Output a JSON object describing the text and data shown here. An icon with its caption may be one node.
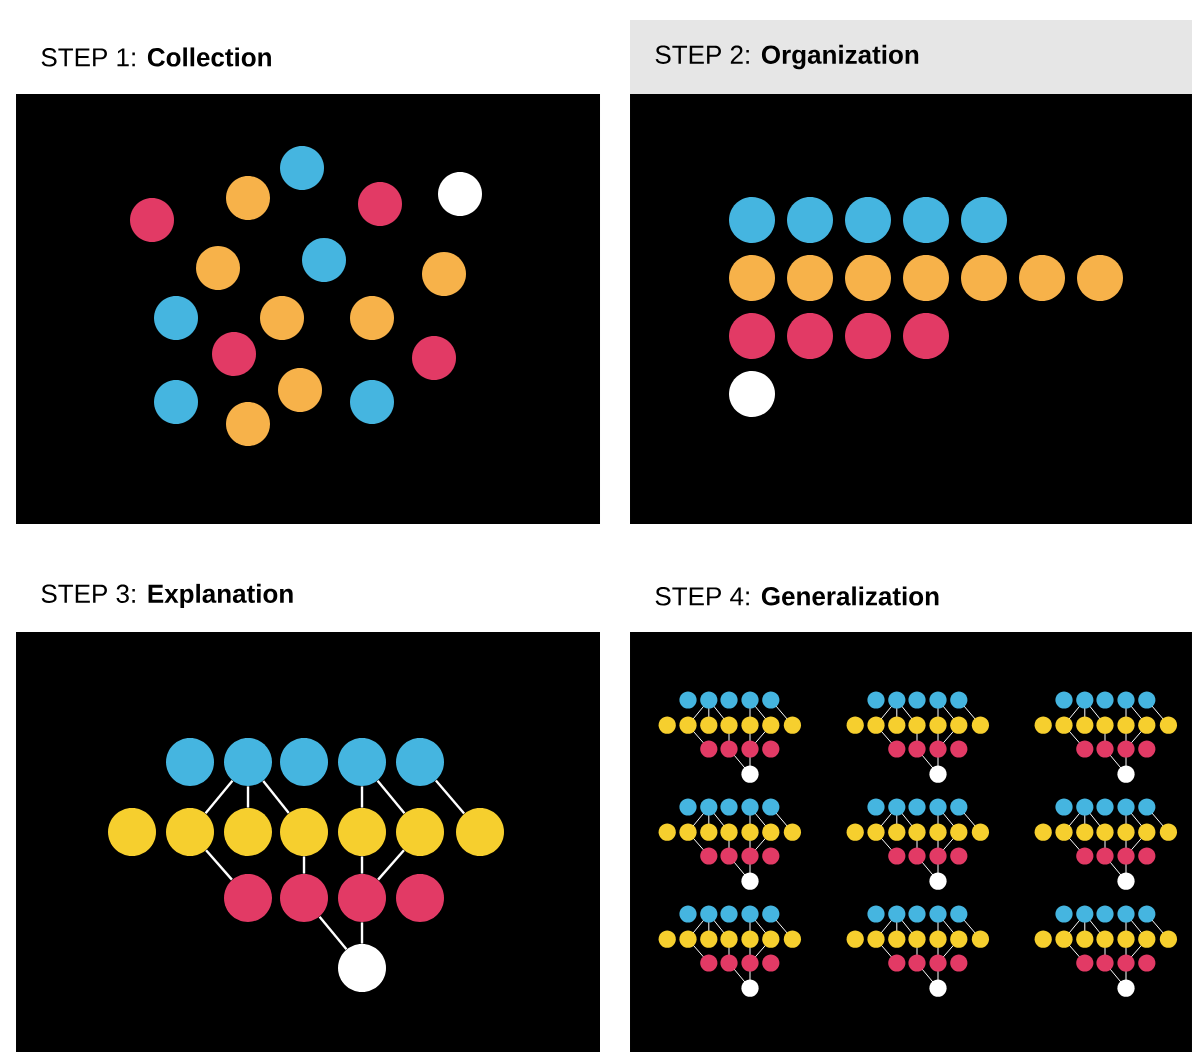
{
  "diagram": {
    "nodes": [
      {
        "text": [
          "STEP 1: **Collection**"
        ]
      },
      {
        "text": [
          "STEP 2: **Organization**"
        ]
      },
      {
        "text": [
          "STEP 3: **Explanation**"
        ]
      },
      {
        "text": [
          "STEP 4: **Generalization**"
        ]
      },
      {
        "text": [],
        "shape": "circle",
        "in": 2
      },
      {
        "text": [],
        "shape": "circle",
        "in": 2
      },
      {
        "text": [],
        "shape": "circle",
        "in": 2
      },
      {
        "text": [],
        "shape": "circle",
        "in": 2
      },
      {
        "text": [],
        "shape": "circle",
        "in": 2
      },
      {
        "text": [],
        "shape": "circle",
        "in": 2
      },
      {
        "text": [],
        "shape": "circle",
        "in": 2
      },
      {
        "text": [],
        "shape": "circle",
        "in": 2
      },
      {
        "text": [],
        "shape": "circle",
        "in": 2
      },
      {
        "text": [],
        "shape": "circle",
        "in": 2
      },
      {
        "text": [],
        "shape": "circle",
        "in": 2
      },
      {
        "text": [],
        "shape": "circle",
        "in": 2
      },
      {
        "text": [],
        "shape": "circle",
        "in": 2
      },
      {
        "text": [],
        "shape": "circle",
        "in": 2
      },
      {
        "text": [],
        "shape": "circle",
        "in": 2
      },
      {
        "text": [],
        "shape": "circle",
        "in": 2
      },
      {
        "text": [],
        "shape": "circle",
        "in": 2
      }
    ],
    "edges": [
      {
        "from": 5,
        "to": 10,
        "arrow": "none"
      },
      {
        "from": 5,
        "to": 11,
        "arrow": "none"
      },
      {
        "from": 5,
        "to": 12,
        "arrow": "none"
      },
      {
        "from": 7,
        "to": 13,
        "arrow": "none"
      },
      {
        "from": 7,
        "to": 14,
        "arrow": "none"
      },
      {
        "from": 8,
        "to": 15,
        "arrow": "none"
      },
      {
        "from": 10,
        "to": 16,
        "arrow": "none"
      },
      {
        "from": 12,
        "to": 17,
        "arrow": "none"
      },
      {
        "from": 13,
        "to": 18,
        "arrow": "none"
      },
      {
        "from": 14,
        "to": 18,
        "arrow": "none"
      },
      {
        "from": 17,
        "to": 20,
        "arrow": "none"
      },
      {
        "from": 18,
        "to": 20,
        "arrow": "none"
      }
    ]
  }
}
